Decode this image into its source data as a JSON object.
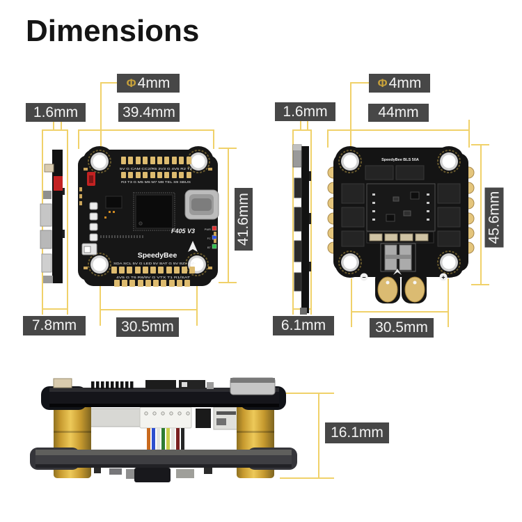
{
  "title": "Dimensions",
  "colors": {
    "accent_yellow": "#f0d169",
    "label_bg": "#474747",
    "pcb_black": "#161616",
    "pad_gold": "#ddbb6f",
    "standoff_gold": "#d8a93a",
    "led_red": "#e23030",
    "led_blue": "#2c52e8",
    "led_green": "#2fc050"
  },
  "fc": {
    "dims": {
      "hole_symbol": "Φ",
      "hole_diameter": "4mm",
      "thickness": "1.6mm",
      "width": "39.4mm",
      "height": "41.6mm",
      "side_width": "7.8mm",
      "hole_spacing": "30.5mm"
    },
    "board": {
      "pin_row_top1": "5V G CAM CC2/R5 3V3 G 4V5 R2 T2",
      "pin_row_top2": "R3 T3 G M5 M6 M7 M8 TEL S9 SBUS",
      "model": "F405 V3",
      "led_pwr": "PWR",
      "led_fc": "FC",
      "led_bt": "BT",
      "brand": "SpeedyBee",
      "pin_row_bottom1": "SDA SCL 5V G LED 5V BAT G 5V BZ+ BZ-",
      "pin_row_bottom2": "4V5 G T6 R6/9V G VTX T1 R1/SAT"
    }
  },
  "esc": {
    "dims": {
      "hole_symbol": "Φ",
      "hole_diameter": "4mm",
      "thickness": "1.6mm",
      "width": "44mm",
      "height": "45.6mm",
      "side_width": "6.1mm",
      "hole_spacing": "30.5mm"
    },
    "board": {
      "title": "SpeedyBee BLS 50A",
      "minus": "−",
      "plus": "+"
    }
  },
  "stack": {
    "dims": {
      "height": "16.1mm"
    }
  }
}
